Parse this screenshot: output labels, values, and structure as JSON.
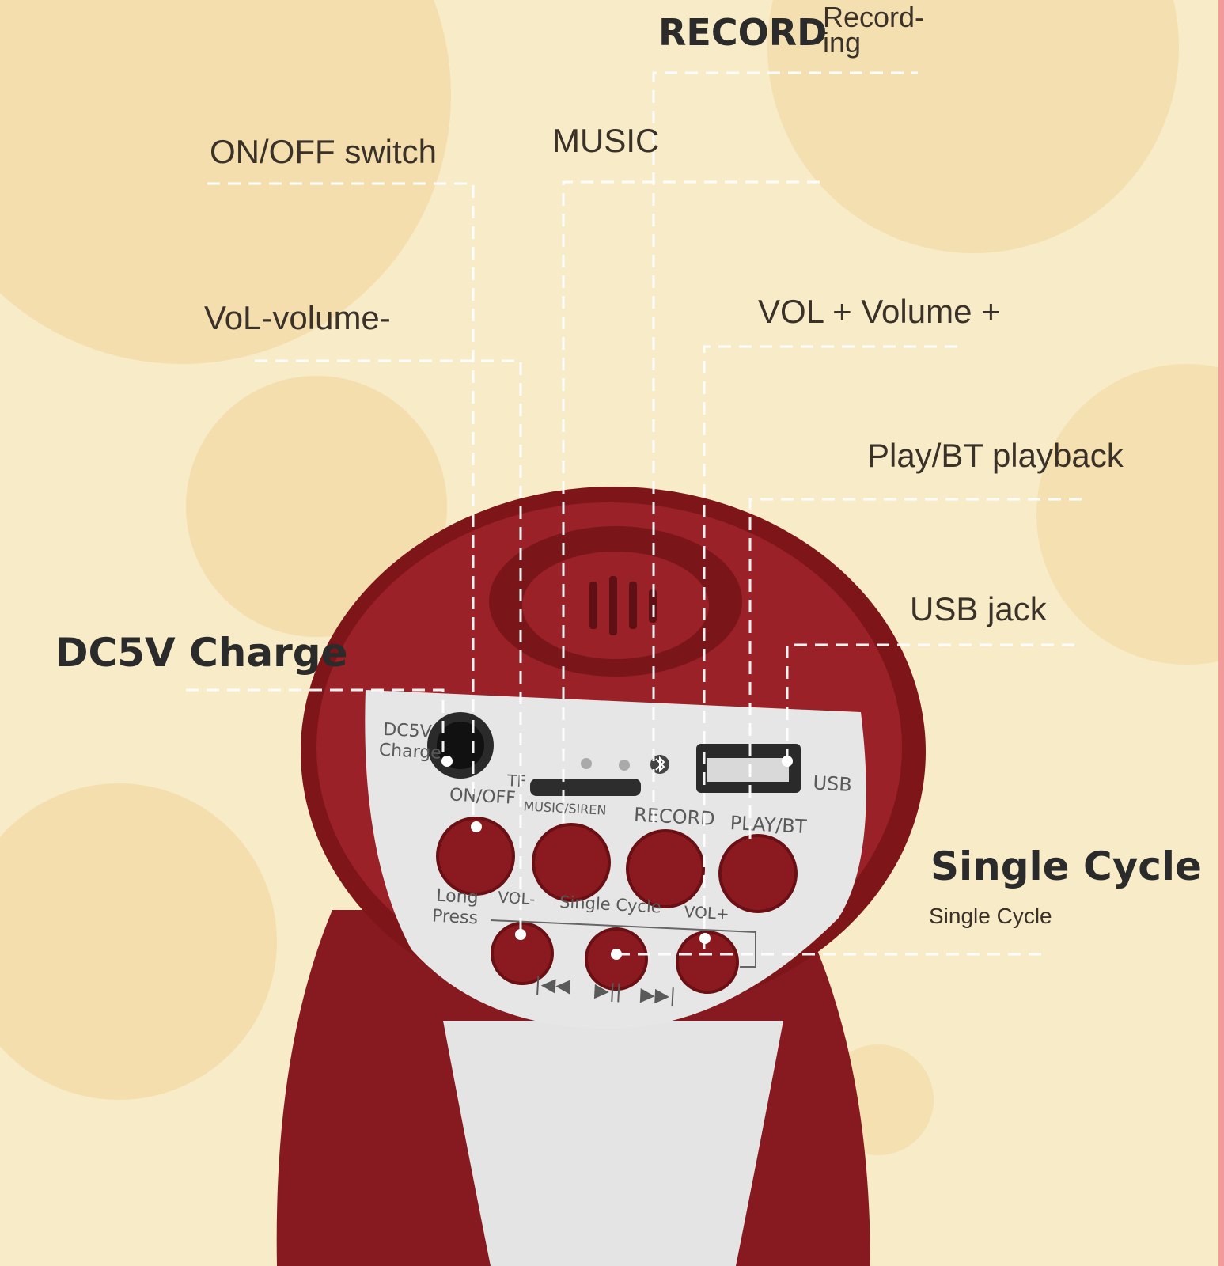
{
  "callouts": {
    "record": "RECORD",
    "recording_line1": "Record-",
    "recording_line2": "ing",
    "on_off": "ON/OFF switch",
    "music": "MUSIC",
    "vol_down": "VoL-volume-",
    "vol_up": "VOL + Volume +",
    "play_bt": "Play/BT playback",
    "usb": "USB jack",
    "dc_charge": "DC5V Charge",
    "single_cycle_bold": "Single Cycle",
    "single_cycle_small": "Single Cycle"
  },
  "panel": {
    "dc5v": "DC5V",
    "charge": "Charge",
    "tf": "TF",
    "usb": "USB",
    "on_off": "ON/OFF",
    "music_siren": "MUSIC/SIREN",
    "record": "RECORD",
    "play_bt": "PLAY/BT",
    "long": "Long",
    "press": "Press",
    "vol_minus": "VOL-",
    "single_cycle": "Single Cycle",
    "vol_plus": "VOL+",
    "prev_symbol": "|◀◀",
    "play_pause_symbol": "▶||",
    "next_symbol": "▶▶|"
  },
  "colors": {
    "background": "#f8ebc7",
    "bubble": "#f2d9a4",
    "device_red": "#8e1b22",
    "panel_silver": "#e8e8e8",
    "leader_line": "#ffffff"
  },
  "icons": [
    "bluetooth-icon",
    "speaker-grille-icon",
    "previous-track-icon",
    "play-pause-icon",
    "next-track-icon"
  ]
}
